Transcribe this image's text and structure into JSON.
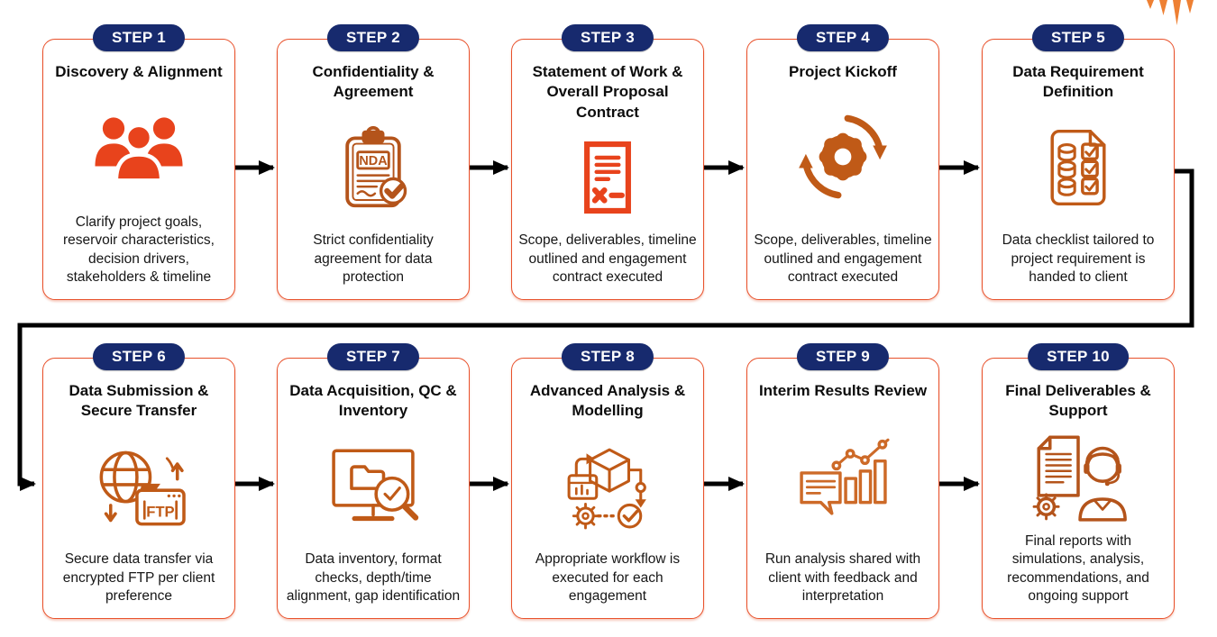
{
  "colors": {
    "card_border": "#e8512b",
    "badge_bg": "#172a6e",
    "badge_text": "#ffffff",
    "arrow": "#000000",
    "icon_bright_orange": "#e8431c",
    "icon_burnt_orange": "#c05a17",
    "icon_dark_orange": "#b4541b",
    "logo_orange": "#ee8033",
    "title_text": "#0c0c0c",
    "body_text": "#161616"
  },
  "logo": {
    "name": "seismic-wavelet-logo"
  },
  "steps": [
    {
      "badge": "STEP 1",
      "icon": "people-group-icon",
      "title": "Discovery & Alignment",
      "description": "Clarify project goals, reservoir characteristics, decision drivers, stakeholders & timeline"
    },
    {
      "badge": "STEP 2",
      "icon": "nda-clipboard-icon",
      "title": "Confidentiality & Agreement",
      "description": "Strict confidentiality agreement for data protection"
    },
    {
      "badge": "STEP 3",
      "icon": "contract-document-icon",
      "title": "Statement of Work & Overall Proposal Contract",
      "description": "Scope, deliverables, timeline outlined and engagement contract executed"
    },
    {
      "badge": "STEP 4",
      "icon": "gear-cycle-icon",
      "title": "Project Kickoff",
      "description": "Scope, deliverables, timeline outlined and engagement contract executed"
    },
    {
      "badge": "STEP 5",
      "icon": "data-checklist-icon",
      "title": "Data Requirement Definition",
      "description": "Data checklist tailored to project requirement is handed to client"
    },
    {
      "badge": "STEP 6",
      "icon": "ftp-transfer-icon",
      "title": "Data Submission & Secure Transfer",
      "description": "Secure data transfer via encrypted FTP per client preference"
    },
    {
      "badge": "STEP 7",
      "icon": "data-qc-monitor-icon",
      "title": "Data Acquisition, QC & Inventory",
      "description": "Data inventory, format checks, depth/time alignment, gap identification"
    },
    {
      "badge": "STEP 8",
      "icon": "analysis-workflow-icon",
      "title": "Advanced Analysis & Modelling",
      "description": "Appropriate workflow is executed for each engagement"
    },
    {
      "badge": "STEP 9",
      "icon": "results-chart-icon",
      "title": "Interim Results Review",
      "description": "Run analysis shared with client with feedback and interpretation"
    },
    {
      "badge": "STEP 10",
      "icon": "report-support-icon",
      "title": "Final Deliverables & Support",
      "description": "Final reports with simulations, analysis, recommendations, and ongoing support"
    }
  ]
}
